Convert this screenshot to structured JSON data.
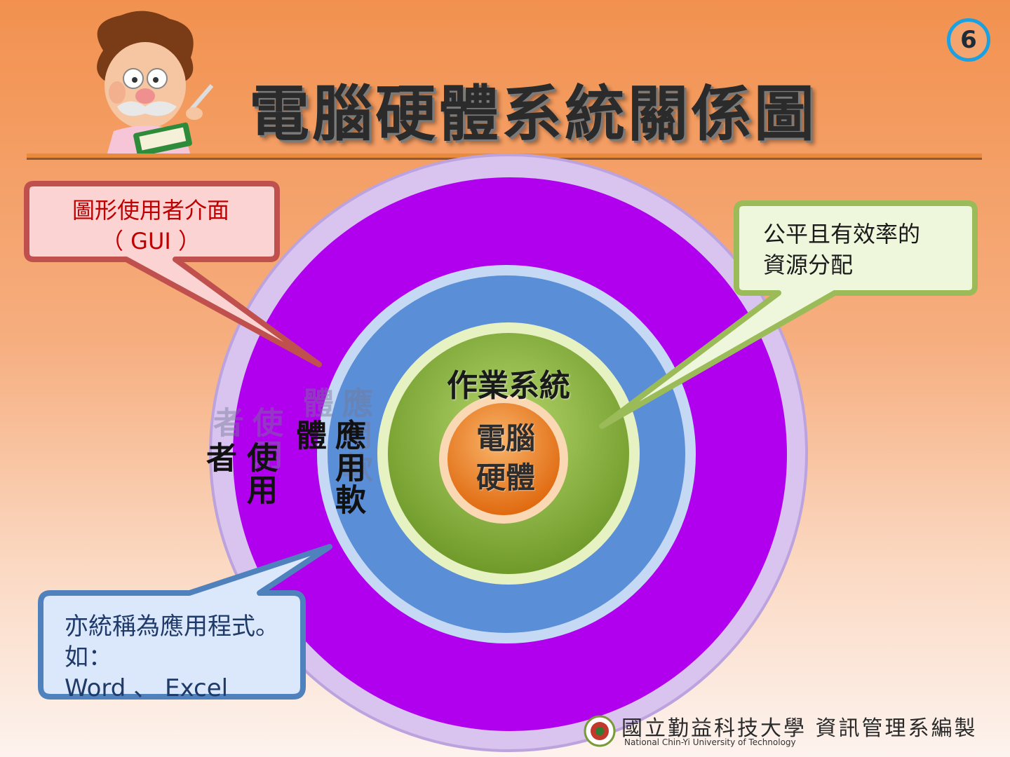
{
  "slide": {
    "number": "6",
    "title": "電腦硬體系統關係圖"
  },
  "diagram": {
    "rings": {
      "user": "使用者",
      "application": "應用軟體",
      "os": "作業系統",
      "hardware_line1": "電腦",
      "hardware_line2": "硬體"
    },
    "ring_labels_vertical": {
      "user_col1": "者",
      "user_col2": "使用",
      "app_col1": "體",
      "app_col2": "應用軟"
    },
    "ghost_labels": {
      "user_col1": "者",
      "user_col2": "使用",
      "app_col1": "體",
      "app_col2": "應用軟"
    }
  },
  "callouts": {
    "gui": {
      "line1": "圖形使用者介面",
      "line2": "（ GUI ）"
    },
    "resource": {
      "line1": "公平且有效率的",
      "line2": "資源分配"
    },
    "application": {
      "line1": "亦統稱為應用程式。",
      "line2": "如：",
      "line3": "Word 、 Excel"
    }
  },
  "footer": {
    "institution": "國立勤益科技大學 資訊管理系編製",
    "subtitle": "National Chin-Yi University of Technology"
  },
  "colors": {
    "user_ring": "#b000ee",
    "app_ring": "#5a8ed6",
    "os_ring": "#8cb43c",
    "hardware": "#ee7d28",
    "gui_callout_border": "#c0504d",
    "resource_callout_border": "#9bbb59",
    "app_callout_border": "#4f81bd"
  }
}
